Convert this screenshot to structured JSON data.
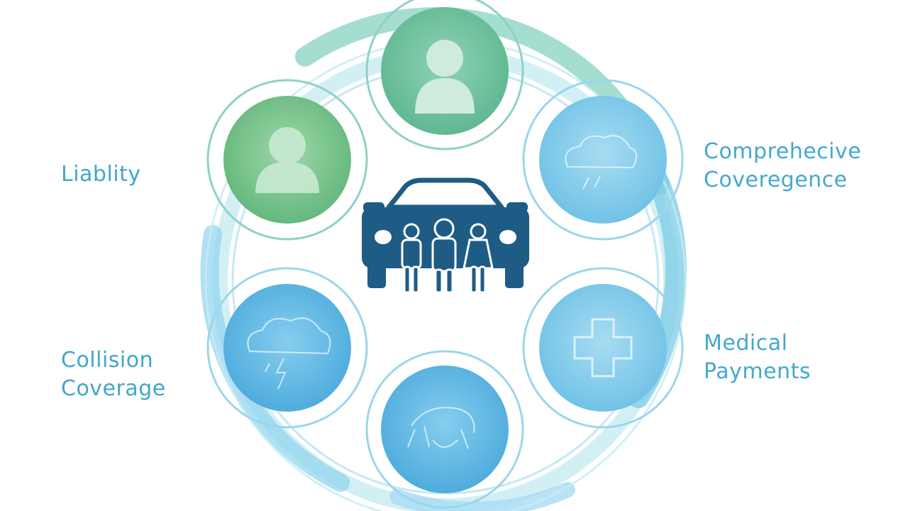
{
  "colors": {
    "green": "#6fbf8f",
    "teal": "#8fd0c0",
    "light_blue": "#8fd2ee",
    "blue": "#5bb8e0",
    "navy": "#1e5c86",
    "label_blue": "#42a6cc"
  },
  "labels": {
    "liability": [
      "Liablity"
    ],
    "collision": [
      "Collision",
      "Coverage"
    ],
    "comprehensive": [
      "Comprehecive",
      "Coveregence"
    ],
    "medical": [
      "Medical",
      "Payments"
    ]
  },
  "nodes": [
    {
      "id": "top",
      "icon": "person-icon"
    },
    {
      "id": "liability",
      "icon": "person-icon"
    },
    {
      "id": "comprehensive",
      "icon": "storm-cloud-icon"
    },
    {
      "id": "medical",
      "icon": "medical-cross-icon"
    },
    {
      "id": "collision",
      "icon": "storm-lightning-icon"
    },
    {
      "id": "bottom",
      "icon": "collision-scribble-icon"
    }
  ],
  "center_icon": "car-family-icon"
}
